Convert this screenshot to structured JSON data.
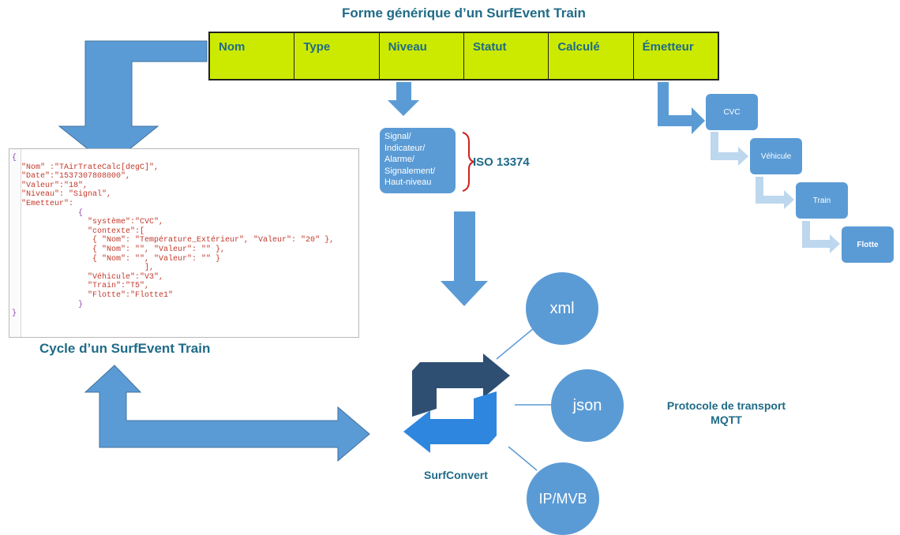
{
  "title": "Forme générique d’un SurfEvent Train",
  "fields": [
    "Nom",
    "Type",
    "Niveau",
    "Statut",
    "Calculé",
    "Émetteur"
  ],
  "niveau_box_lines": [
    "Signal/",
    "Indicateur/",
    "Alarme/",
    "Signalement/",
    "Haut-niveau"
  ],
  "iso_label": "ISO 13374",
  "emetteur_chain": [
    "CVC",
    "Véhicule",
    "Train",
    "Flotte"
  ],
  "json_code_lines": [
    "{",
    "  \"Nom\" :\"TAirTrateCalc[degC]\",",
    "  \"Date\":\"1537307808000\",",
    "  \"Valeur\":\"18\",",
    "  \"Niveau\": \"Signal\",",
    "  \"Emetteur\":",
    "              {",
    "                \"système\":\"CVC\",",
    "                \"contexte\":[",
    "                 { \"Nom\": \"Température_Extérieur\", \"Valeur\": \"20\" },",
    "                 { \"Nom\": \"\", \"Valeur\": \"\" },",
    "                 { \"Nom\": \"\", \"Valeur\": \"\" }",
    "                            ],",
    "                \"Véhicule\":\"V3\",",
    "                \"Train\":\"T5\",",
    "                \"Flotte\":\"Flotte1\"",
    "              }",
    "}"
  ],
  "cycle_title": "Cycle d’un SurfEvent Train",
  "formats": [
    "xml",
    "json",
    "IP/MVB"
  ],
  "surfconvert_label": "SurfConvert",
  "protocol_lines": [
    "Protocole de transport",
    "MQTT"
  ],
  "colors": {
    "arrow_blue": "#5b9bd5",
    "light_arrow": "#bdd7ee",
    "table_fill": "#ccea00",
    "title_teal": "#1f6b87",
    "convert_dark": "#2e4f72",
    "convert_light": "#2e86de",
    "brace_red": "#d02020"
  }
}
